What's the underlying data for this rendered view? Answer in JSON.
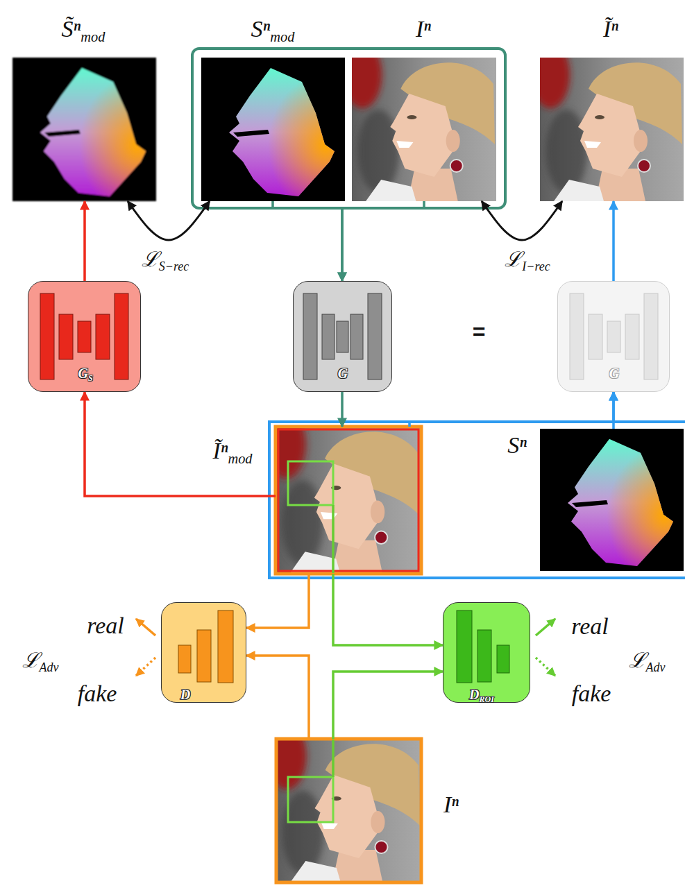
{
  "diagram": {
    "nodes": [
      {
        "text": [
          "S̃ⁿmod"
        ]
      },
      {
        "text": [
          "Sⁿmod"
        ]
      },
      {
        "text": [
          "Iⁿ"
        ]
      },
      {
        "text": [
          "Ĩⁿ"
        ]
      },
      {
        "text": [
          "GS"
        ]
      },
      {
        "text": [
          "G"
        ]
      },
      {
        "text": [
          "G"
        ]
      },
      {
        "text": [
          "Ĩⁿmod"
        ]
      },
      {
        "text": [
          "Sⁿ"
        ]
      },
      {
        "text": [
          "D"
        ]
      },
      {
        "text": [
          "DROI"
        ]
      },
      {
        "text": [
          "Iⁿ"
        ]
      }
    ],
    "edges": [
      {
        "from": 0,
        "to": 1,
        "arrow": "both",
        "label": "ℒS−rec"
      },
      {
        "from": 2,
        "to": 3,
        "arrow": "both",
        "label": "ℒI−rec"
      },
      {
        "from": 1,
        "to": 5,
        "arrow": "to"
      },
      {
        "from": 2,
        "to": 5,
        "arrow": "to"
      },
      {
        "from": 5,
        "to": 7,
        "arrow": "to"
      },
      {
        "from": 7,
        "to": 4,
        "arrow": "to"
      },
      {
        "from": 4,
        "to": 0,
        "arrow": "to"
      },
      {
        "from": 7,
        "to": 6,
        "arrow": "to"
      },
      {
        "from": 8,
        "to": 6,
        "arrow": "to"
      },
      {
        "from": 6,
        "to": 3,
        "arrow": "to"
      },
      {
        "from": 7,
        "to": 9,
        "arrow": "to"
      },
      {
        "from": 11,
        "to": 9,
        "arrow": "to"
      },
      {
        "from": 7,
        "to": 10,
        "arrow": "to"
      },
      {
        "from": 11,
        "to": 10,
        "arrow": "to"
      }
    ],
    "labels": [
      "=",
      "real",
      "fake",
      "ℒAdv",
      "real",
      "fake",
      "ℒAdv"
    ]
  }
}
